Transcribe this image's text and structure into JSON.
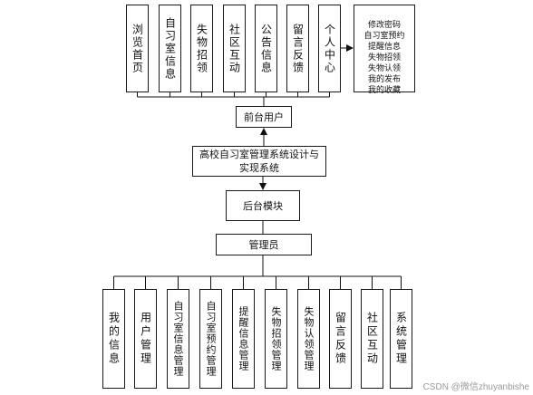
{
  "frontend_modules": [
    "浏览首页",
    "自习室信息",
    "失物招领",
    "社区互动",
    "公告信息",
    "留言反馈",
    "个人中心"
  ],
  "personal_center_note": "修改密码\n自习室预约\n提醒信息\n失物招领\n失物认领\n我的发布\n我的收藏",
  "front_user": "前台用户",
  "system_title": "高校自习室管理系统设计与实现系统",
  "backend_module": "后台模块",
  "admin": "管理员",
  "admin_modules": [
    "我的信息",
    "用户管理",
    "自习室信息管理",
    "自习室预约管理",
    "提醒信息管理",
    "失物招领管理",
    "失物认领管理",
    "留言反馈",
    "社区互动",
    "系统管理"
  ],
  "watermark": "CSDN @微信zhuyanbishe"
}
